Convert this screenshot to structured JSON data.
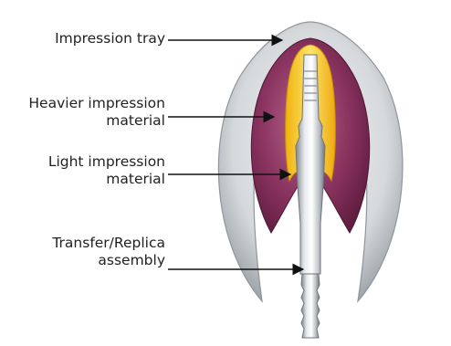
{
  "labels": {
    "impression_tray": "Impression tray",
    "heavier_line1": "Heavier impression",
    "heavier_line2": "material",
    "light_line1": "Light impression",
    "light_line2": "material",
    "transfer_line1": "Transfer/Replica",
    "transfer_line2": "assembly"
  },
  "colors": {
    "tray": "#cfd3d6",
    "heavy_material": "#8a2f5c",
    "light_material": "#f2c21a",
    "metal": "#c5cacf",
    "arrow": "#111111"
  }
}
